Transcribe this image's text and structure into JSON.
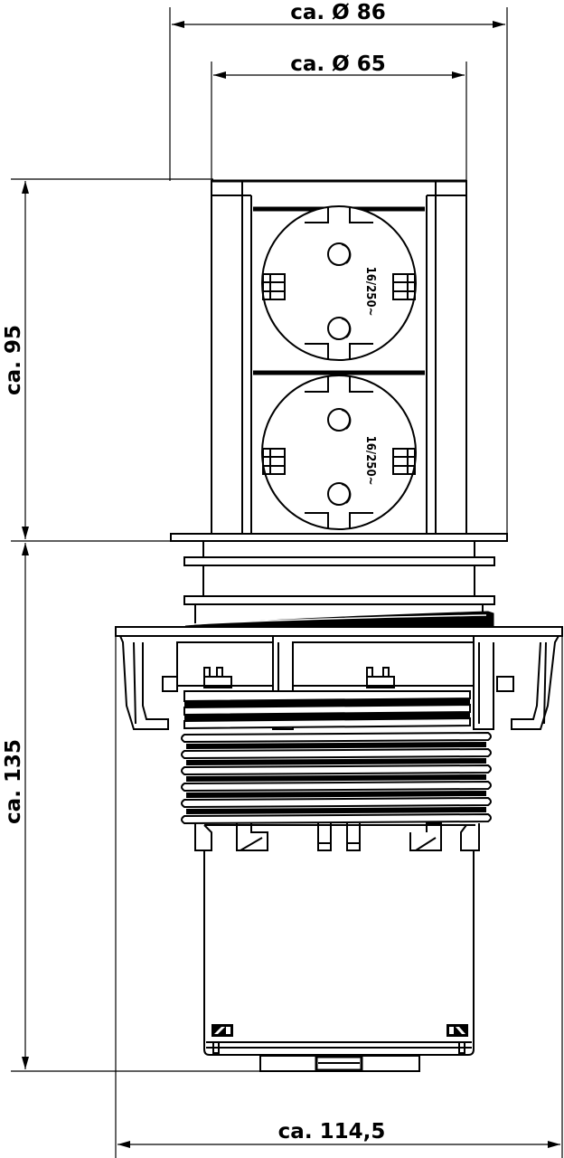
{
  "diagram": {
    "type": "technical-dimension-drawing",
    "subject": "pop-up double socket outlet (2x Schuko)",
    "line_color": "#000000",
    "background_color": "#ffffff"
  },
  "dimensions": {
    "top_outer_diameter": "ca. Ø 86",
    "top_inner_diameter": "ca. Ø 65",
    "upper_height": "ca. 95",
    "lower_height": "ca. 135",
    "bottom_width": "ca. 114,5"
  },
  "sockets": [
    {
      "rating_label": "16/250~"
    },
    {
      "rating_label": "16/250~"
    }
  ]
}
